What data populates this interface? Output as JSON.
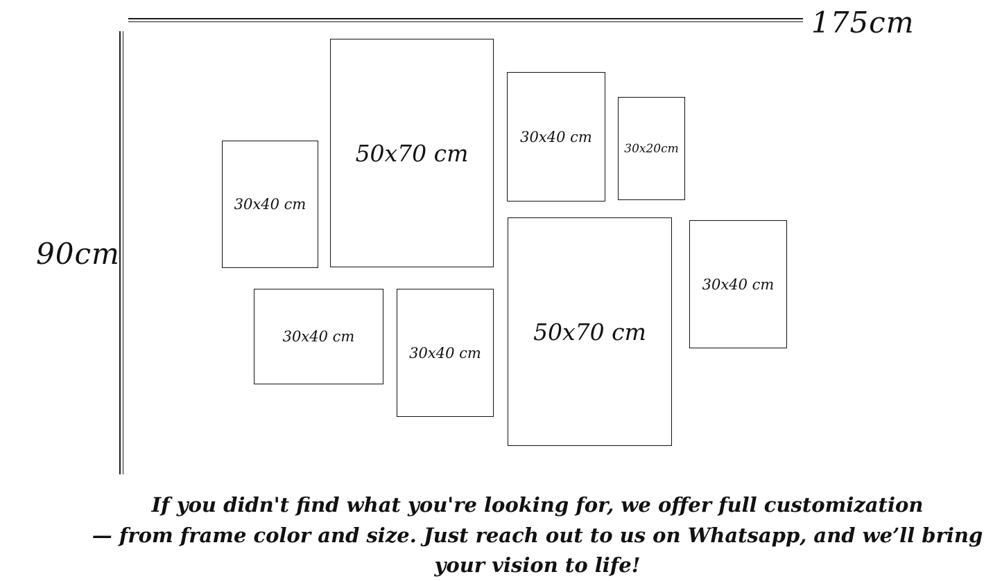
{
  "diagram": {
    "wall_width_label": "175cm",
    "wall_height_label": "90cm"
  },
  "frames": [
    {
      "label": "30x40 cm"
    },
    {
      "label": "50x70 cm"
    },
    {
      "label": "30x40 cm"
    },
    {
      "label": "30x20cm"
    },
    {
      "label": "30x40 cm"
    },
    {
      "label": "30x40 cm"
    },
    {
      "label": "50x70 cm"
    },
    {
      "label": "30x40 cm"
    }
  ],
  "footer": {
    "line1": "If you didn't find what you're looking for, we offer full customization",
    "line2": "— from frame color and size. Just reach out to us on Whatsapp, and we’ll bring your vision to life!"
  },
  "colors": {
    "line": "#111111",
    "text": "#111111",
    "background": "#ffffff"
  }
}
